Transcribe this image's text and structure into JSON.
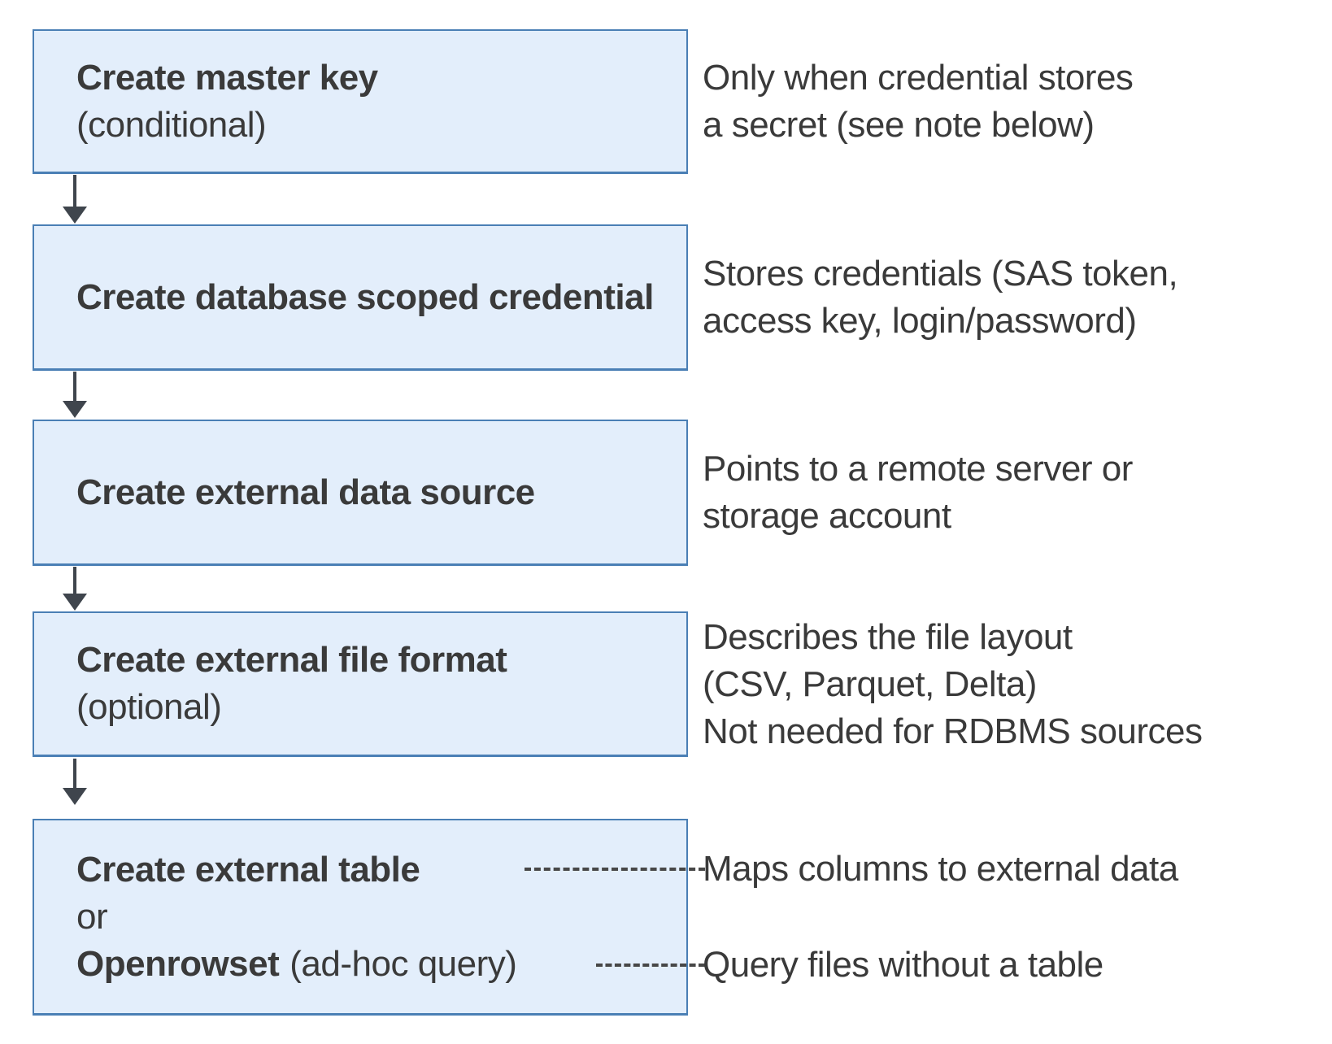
{
  "colors": {
    "box_fill": "#e3eefb",
    "box_border": "#4a7fb5",
    "arrow": "#3f454d",
    "text": "#3a3a3a",
    "dash": "#474747",
    "page_bg": "#ffffff"
  },
  "flow": {
    "step1": {
      "title": "Create master key",
      "subtitle": "(conditional)"
    },
    "step2": {
      "title": "Create database scoped credential"
    },
    "step3": {
      "title": "Create external data source"
    },
    "step4": {
      "title": "Create external file format",
      "subtitle": "(optional)"
    },
    "step5": {
      "title": "Create external table",
      "or_label": "or",
      "alt_name": "Openrowset",
      "alt_suffix": "(ad-hoc query)"
    }
  },
  "annotations": {
    "master_key": {
      "line1": "Only when credential stores",
      "line2": "a secret (see note below)"
    },
    "credential": {
      "line1": "Stores credentials (SAS token,",
      "line2": "access key, login/password)"
    },
    "data_source": {
      "line1": "Points to a remote server or",
      "line2": "storage account"
    },
    "file_format": {
      "line1": "Describes the file layout",
      "line2": "(CSV, Parquet, Delta)",
      "line3": "Not needed for RDBMS sources"
    },
    "external_table": "Maps columns to external data",
    "openrowset": "Query files without a table"
  }
}
